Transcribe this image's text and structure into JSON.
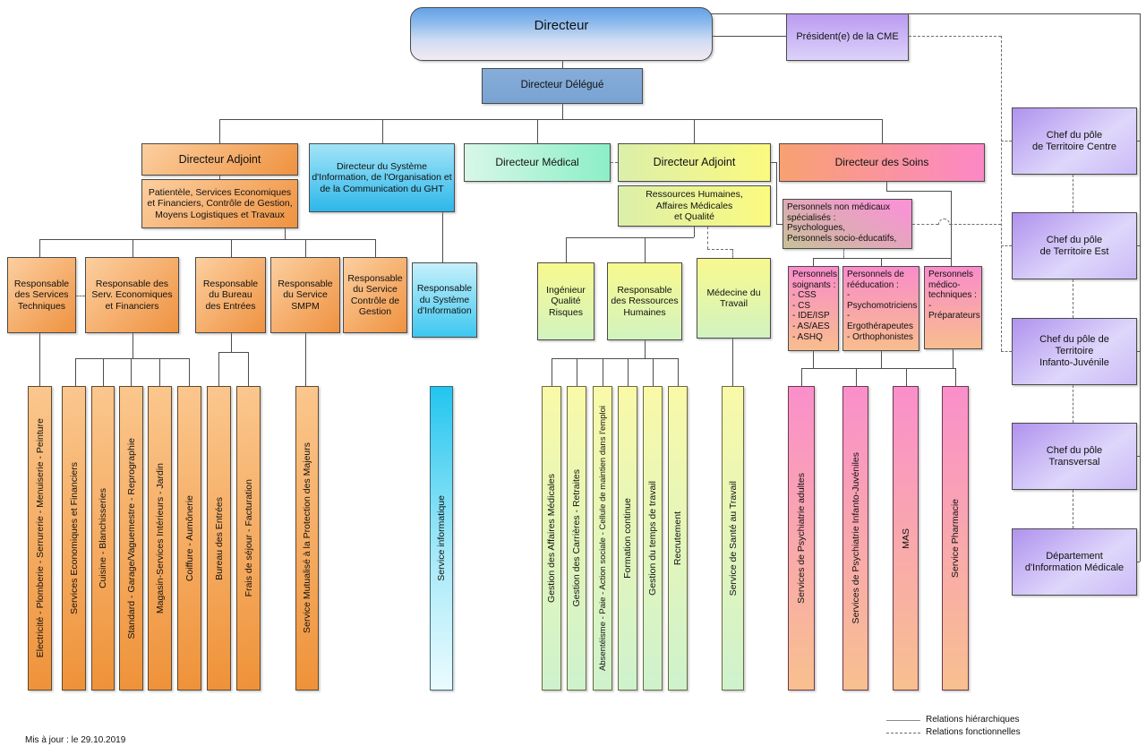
{
  "chart": {
    "directeur": "Directeur",
    "president_cme": "Président(e) de la CME",
    "directeur_delegue": "Directeur Délégué",
    "directeur_adjoint_1": "Directeur Adjoint",
    "adjoint_1_scope": "Patientèle, Services Economiques et Financiers, Contrôle de Gestion, Moyens Logistiques et Travaux",
    "directeur_si": "Directeur du Système d'Information, de l'Organisation et de la Communication du GHT",
    "directeur_medical": "Directeur Médical",
    "directeur_adjoint_2": "Directeur Adjoint",
    "adjoint_2_scope": "Ressources Humaines,\nAffaires Médicales\net Qualité",
    "directeur_soins": "Directeur des Soins",
    "personnels_non_medicaux": "Personnels non médicaux\nspécialisés :\nPsychologues,\nPersonnels socio-éducatifs,",
    "poles": [
      "Chef du pôle\nde Territoire Centre",
      "Chef du pôle\nde Territoire Est",
      "Chef du pôle de\nTerritoire\nInfanto-Juvénile",
      "Chef du pôle\nTransversal",
      "Département\nd'Information Médicale"
    ],
    "responsables_left": [
      "Responsable\ndes Services\nTechniques",
      "Responsable des\nServ. Economiques\net Financiers",
      "Responsable\ndu Bureau\ndes Entrées",
      "Responsable\ndu Service\nSMPM",
      "Responsable\ndu Service\nContrôle de\nGestion"
    ],
    "responsable_si": "Responsable\ndu Système\nd'Information",
    "responsables_rh": [
      "Ingénieur\nQualité\nRisques",
      "Responsable\ndes Ressources\nHumaines",
      "Médecine du\nTravail"
    ],
    "personnels": [
      "Personnels\nsoignants :\n- CSS\n- CS\n- IDE/ISP\n- AS/AES\n- ASHQ",
      "Personnels de\nrééducation :\n- Psychomotriciens\n- Ergothérapeutes\n- Orthophonistes",
      "Personnels\nmédico-\ntechniques :\n- Préparateurs"
    ],
    "services_logistique": [
      "Electricité - Plomberie - Serrurerie - Menuiserie - Peinture",
      "Services Economiques et Financiers",
      "Cuisine - Blanchisseries",
      "Standard - Garage/Vaguemestre - Reprographie",
      "Magasin-Services Intérieurs - Jardin",
      "Coiffure - Aumônerie",
      "Bureau des Entrées",
      "Frais de séjour - Facturation"
    ],
    "service_majeurs": "Service Mutualisé à la Protection des Majeurs",
    "service_informatique": "Service informatique",
    "services_rh": [
      "Gestion des Affaires Médicales",
      "Gestion des Carrières - Retraites",
      "Absentéisme - Paie - Action sociale - Cellule de maintien dans l'emploi",
      "Formation continue",
      "Gestion du temps de travail",
      "Recrutement"
    ],
    "service_sante_travail": "Service de Santé au Travail",
    "services_soins": [
      "Services de Psychiatrie adultes",
      "Services de Psychiatrie  Infanto-Juvéniles",
      "MAS",
      "Service Pharmacie"
    ],
    "legend": {
      "hierarchiques": "Relations hiérarchiques",
      "fonctionnelles": "Relations fonctionnelles"
    },
    "footer": "Mis à jour : le 29.10.2019"
  }
}
